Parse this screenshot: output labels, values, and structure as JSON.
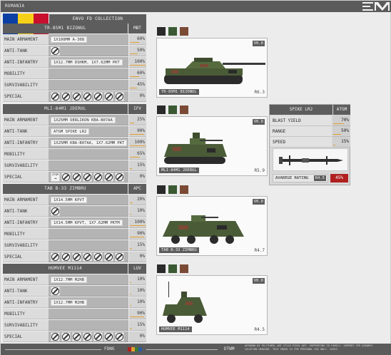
{
  "header": {
    "country": "ROMANIA",
    "collection": "ENVO FD COLLECTION"
  },
  "flag_colors": [
    "#0b3fa3",
    "#f7d117",
    "#c8102e"
  ],
  "colors": {
    "accent_bar": "#e0a030",
    "rating_red": "#b02020",
    "dark_panel": "#5d5d5d"
  },
  "vehicles": [
    {
      "name": "TR-85M1 BIZONUL",
      "class": "MBT",
      "rows": [
        {
          "label": "MAIN ARMAMENT",
          "value": "1X100MM A-308",
          "pct": "60%",
          "pct_value": 60
        },
        {
          "label": "ANTI-TANK",
          "value": "",
          "pct": "50%",
          "pct_value": 50
        },
        {
          "label": "ANTI-INFANTRY",
          "value": "1X12.7MM DSHKM, 1X7.62MM PKT",
          "pct": "100%",
          "pct_value": 100
        },
        {
          "label": "MOBILITY",
          "value": "",
          "pct": "60%",
          "pct_value": 60
        },
        {
          "label": "SURVIVABILITY",
          "value": "",
          "pct": "45%",
          "pct_value": 45
        },
        {
          "label": "SPECIAL",
          "value": "",
          "pct": "0%",
          "pct_value": 0
        }
      ],
      "swatches": [
        "#2a2a2a",
        "#3b5a34",
        "#7b4a35"
      ],
      "version": "V0.0",
      "card_name": "TR-85M1 BIZONUL",
      "rating": "R6.3"
    },
    {
      "name": "MLI-84M1 JDERUL",
      "class": "IFV",
      "rows": [
        {
          "label": "MAIN ARMAMENT",
          "value": "1X25MM OERLIKON KBA-B07AA",
          "pct": "25%",
          "pct_value": 25
        },
        {
          "label": "ANTI-TANK",
          "value": "ATGM SPIKE LR2",
          "pct": "90%",
          "pct_value": 90
        },
        {
          "label": "ANTI-INFANTRY",
          "value": "1X25MM KBA-B07AA, 1X7.62MM PKT",
          "pct": "100%",
          "pct_value": 100
        },
        {
          "label": "MOBILITY",
          "value": "",
          "pct": "65%",
          "pct_value": 65
        },
        {
          "label": "SURVIVABILITY",
          "value": "",
          "pct": "15%",
          "pct_value": 15
        },
        {
          "label": "SPECIAL",
          "value": "",
          "pct": "0%",
          "pct_value": 0
        }
      ],
      "special_icon_label": "ATGM",
      "swatches": [
        "#2a2a2a",
        "#3b5a34",
        "#7b4a35"
      ],
      "version": "V0.0",
      "card_name": "MLI-84M1 JDERUL",
      "rating": "R5.9"
    },
    {
      "name": "TAB B-33 ZIMBRU",
      "class": "APC",
      "rows": [
        {
          "label": "MAIN ARMAMENT",
          "value": "1X14.5MM KPVT",
          "pct": "20%",
          "pct_value": 20
        },
        {
          "label": "ANTI-TANK",
          "value": "",
          "pct": "10%",
          "pct_value": 10
        },
        {
          "label": "ANTI-INFANTRY",
          "value": "1X14.5MM KPVT, 1X7.62MM PKTM",
          "pct": "100%",
          "pct_value": 100
        },
        {
          "label": "MOBILITY",
          "value": "",
          "pct": "90%",
          "pct_value": 90
        },
        {
          "label": "SURVIVABILITY",
          "value": "",
          "pct": "15%",
          "pct_value": 15
        },
        {
          "label": "SPECIAL",
          "value": "",
          "pct": "0%",
          "pct_value": 0
        }
      ],
      "swatches": [
        "#2a2a2a",
        "#3b5a34",
        "#7b4a35"
      ],
      "version": "V0.0",
      "card_name": "TAB B-33 ZIMBRU",
      "rating": "R4.7"
    },
    {
      "name": "HUMVEE M1114",
      "class": "LUV",
      "rows": [
        {
          "label": "MAIN ARMAMENT",
          "value": "1X12.7MM M2HB",
          "pct": "10%",
          "pct_value": 10
        },
        {
          "label": "ANTI-TANK",
          "value": "",
          "pct": "10%",
          "pct_value": 10
        },
        {
          "label": "ANTI-INFANTRY",
          "value": "1X12.7MM M2HB",
          "pct": "10%",
          "pct_value": 10
        },
        {
          "label": "MOBILITY",
          "value": "",
          "pct": "90%",
          "pct_value": 90
        },
        {
          "label": "SURVIVABILITY",
          "value": "",
          "pct": "15%",
          "pct_value": 15
        },
        {
          "label": "SPECIAL",
          "value": "",
          "pct": "0%",
          "pct_value": 0
        }
      ],
      "swatches": [
        "#2a2a2a",
        "#3b5a34",
        "#7b4a35"
      ],
      "version": "V0.0",
      "card_name": "HUMVEE M1114",
      "rating": "R4.5"
    }
  ],
  "weapon": {
    "name": "SPIKE LR2",
    "class": "ATGM",
    "rows": [
      {
        "label": "BLAST YIELD",
        "pct": "70%",
        "pct_value": 70
      },
      {
        "label": "RANGE",
        "pct": "50%",
        "pct_value": 50
      },
      {
        "label": "SPEED",
        "pct": "15%",
        "pct_value": 15
      }
    ],
    "avg_label": "AVAREGE RATING",
    "avg_value": "R4.5",
    "avg_pct": "45%"
  },
  "footer": {
    "fdng": "FDNG",
    "dtwm": "DTWM",
    "stripe_colors": [
      "#b02020",
      "#e0a030",
      "#3b7a34",
      "#2a5aa0"
    ],
    "credits_line1": "ARTWORK BY FD-PIXMIL ART STYLE PIXEL ART. SUPPORTING FD FAMILY. SUPPORT GTR @ZOOBYY",
    "credits_line2": "LOCATION UKRAINE. THIS IMAGE IS FOR PERSONAL USE ONLY. ©2022."
  }
}
